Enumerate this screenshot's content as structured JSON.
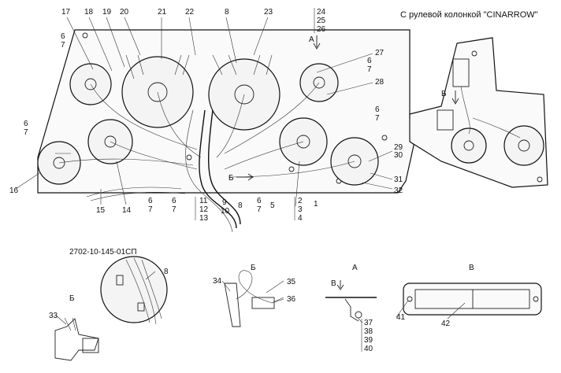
{
  "header": {
    "variant_label": "С рулевой колонкой \"CINARROW\"",
    "drawing_number": "2702-10-145-01СП"
  },
  "callouts": {
    "top": [
      "17",
      "18",
      "19",
      "20",
      "21",
      "22",
      "8",
      "23",
      "24",
      "25",
      "26"
    ],
    "right_side": [
      "27",
      "28",
      "29",
      "30",
      "31",
      "32"
    ],
    "left_side": [
      "16",
      "15",
      "14"
    ],
    "paired": [
      "6",
      "7"
    ],
    "bottom": [
      "11",
      "12",
      "13",
      "9",
      "10",
      "8",
      "5",
      "2",
      "3",
      "4",
      "1"
    ],
    "detail_b1": [
      "34",
      "35",
      "36"
    ],
    "detail_a": [
      "37",
      "38",
      "39",
      "40"
    ],
    "detail_v": [
      "41",
      "42"
    ],
    "detail_b2": [
      "33"
    ],
    "detail_8": "8"
  },
  "views": {
    "a": "А",
    "b": "Б",
    "v": "В"
  },
  "icons": [
    "gauge-icon",
    "arrow-down-icon",
    "connector-icon"
  ]
}
